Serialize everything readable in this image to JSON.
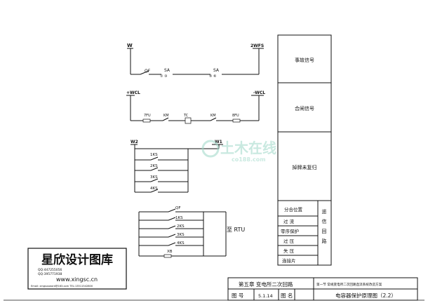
{
  "circuit1": {
    "left_bus": "W",
    "right_bus": "2WFS",
    "qf": "QF",
    "sa1": "SA",
    "sa1_pins": "① ③",
    "sa2": "SA",
    "sa2_pins": "⑤ ⑥"
  },
  "circuit2": {
    "left_bus": "+WCL",
    "right_bus": "-WCL",
    "fu1": "7FU",
    "km1": "KM",
    "tc": "TC",
    "km2": "KM",
    "fu2": "8FU"
  },
  "circuit3": {
    "left_bus": "W2",
    "right_bus": "W1",
    "contacts": [
      "1KS",
      "2KS",
      "3KS",
      "4KS"
    ]
  },
  "circuit4": {
    "qf": "QF",
    "contacts": [
      "1KS",
      "2KS",
      "3KS",
      "4KS"
    ],
    "xb": "XB",
    "rtu_label": "至 RTU"
  },
  "right_panel": {
    "accident_signal": "事故信号",
    "closing_signal": "合闸信号",
    "fault_not_reset": "掉牌未复归",
    "rows": [
      "分合位置",
      "过    流",
      "零序保护",
      "过    压",
      "失    压",
      "连接片"
    ],
    "remote_signal": [
      "遥",
      "信",
      "回",
      "路"
    ]
  },
  "logo": {
    "title": "星欣设计图库",
    "qq1": "QQ:447255056",
    "qq2": "QQ:395771938",
    "url": "www.xingsc.cn",
    "contact": "Email: xingsusword@163.com   TEL:13511542800"
  },
  "title_block": {
    "chapter": "第五章  变电所二次回路",
    "section": "第一节  常规变电所二次回路直流系统改造方案",
    "fig_no_label": "图    号",
    "fig_no": "5.1.14",
    "fig_name_label": "图 名",
    "fig_name": "电容器保护原理图（2.2）"
  },
  "watermark": {
    "text": "土木在线",
    "sub": "co188.com"
  }
}
